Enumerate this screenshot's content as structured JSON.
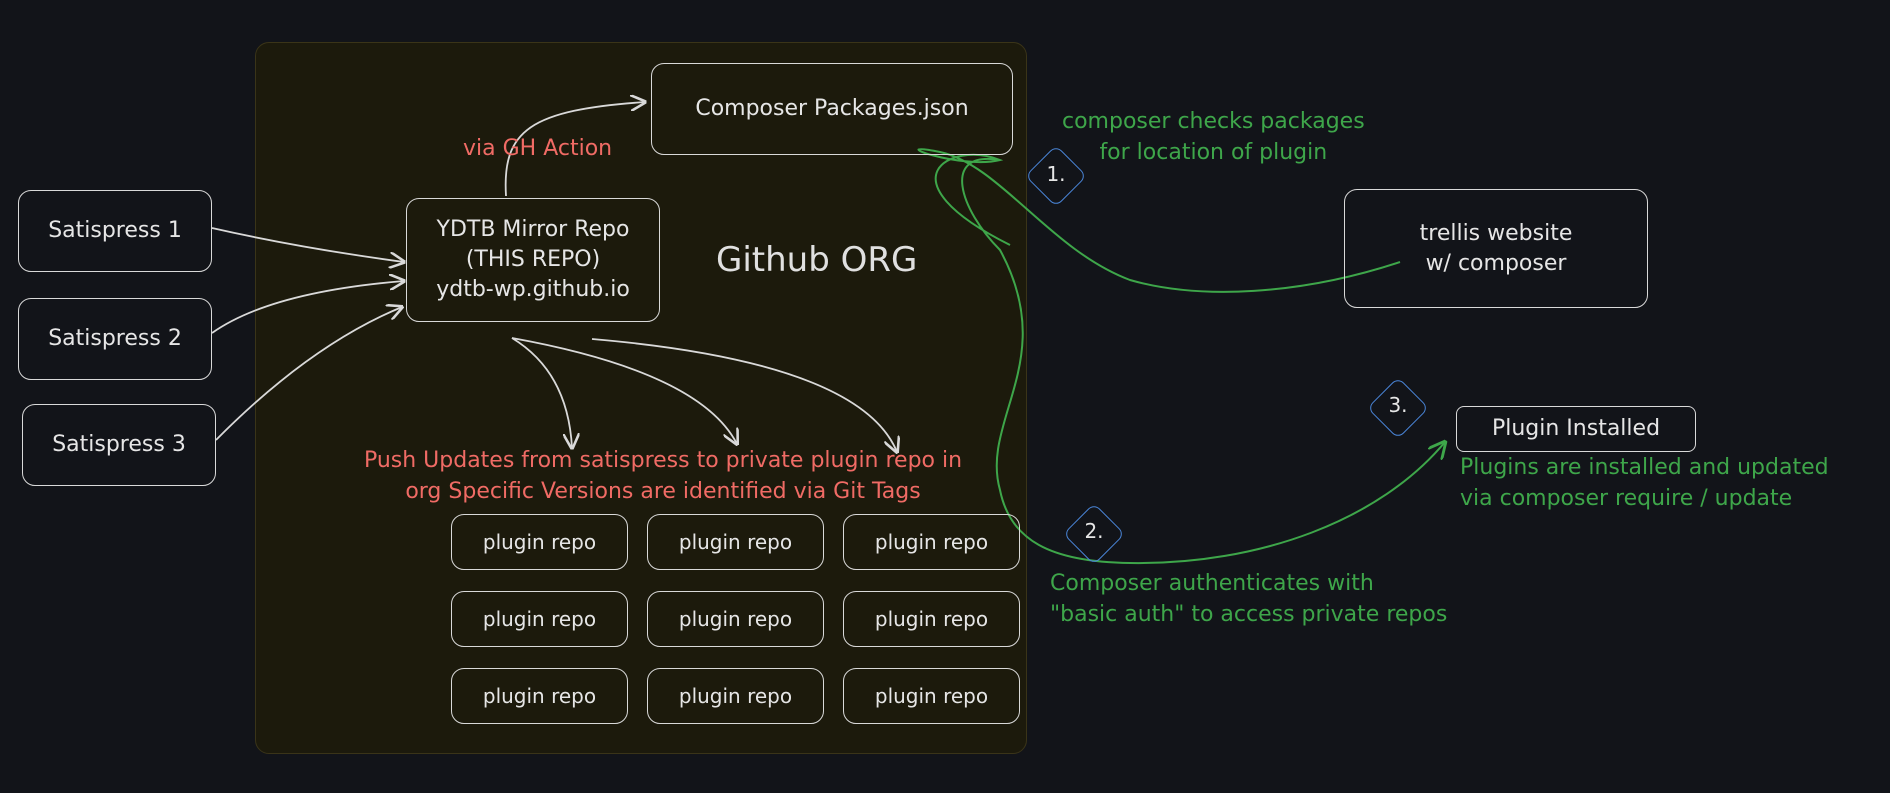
{
  "org": {
    "title": "Github ORG"
  },
  "sources": [
    "Satispress 1",
    "Satispress 2",
    "Satispress 3"
  ],
  "mirror": {
    "label": "YDTB Mirror Repo\n(THIS REPO)\nydtb-wp.github.io"
  },
  "packages": {
    "label": "Composer Packages.json"
  },
  "action_label": "via GH Action",
  "push_note": "Push Updates from satispress to private plugin repo in\norg Specific Versions are identified via Git Tags",
  "plugin_repos": [
    "plugin repo",
    "plugin repo",
    "plugin repo",
    "plugin repo",
    "plugin repo",
    "plugin repo",
    "plugin repo",
    "plugin repo",
    "plugin repo"
  ],
  "trellis": {
    "label": "trellis website\nw/ composer"
  },
  "installed": {
    "label": "Plugin Installed"
  },
  "steps": [
    {
      "number": "1.",
      "note": "composer checks packages\nfor location of plugin"
    },
    {
      "number": "2.",
      "note": "Composer authenticates with\n\"basic auth\" to access private repos"
    },
    {
      "number": "3.",
      "note": "Plugins are installed and updated\nvia composer require / update"
    }
  ],
  "colors": {
    "background": "#121419",
    "org_fill": "#1c1a0c",
    "stroke": "#d9d9d9",
    "green": "#3ea64a",
    "red": "#f06b65",
    "step_blue": "#4a86d9"
  }
}
